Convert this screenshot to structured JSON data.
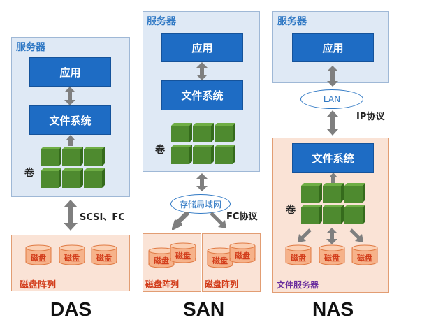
{
  "das": {
    "server_title": "服务器",
    "app": "应用",
    "fs": "文件系统",
    "volume": "卷",
    "link": "SCSI、FC",
    "disk": "磁盘",
    "array": "磁盘阵列",
    "name": "DAS"
  },
  "san": {
    "server_title": "服务器",
    "app": "应用",
    "fs": "文件系统",
    "volume": "卷",
    "network": "存储局域网",
    "protocol": "FC协议",
    "disk": "磁盘",
    "array": "磁盘阵列",
    "name": "SAN"
  },
  "nas": {
    "server_title": "服务器",
    "app": "应用",
    "lan": "LAN",
    "protocol": "IP协议",
    "fs": "文件系统",
    "volume": "卷",
    "disk": "磁盘",
    "file_server": "文件服务器",
    "name": "NAS"
  },
  "colors": {
    "server_bg": "#dfe9f5",
    "box_blue": "#1e6cc4",
    "disk_area": "#fae3d6",
    "cube_green": "#4e8a2f",
    "arrow_gray": "#7f7f7f",
    "label_red": "#d23c1a"
  }
}
